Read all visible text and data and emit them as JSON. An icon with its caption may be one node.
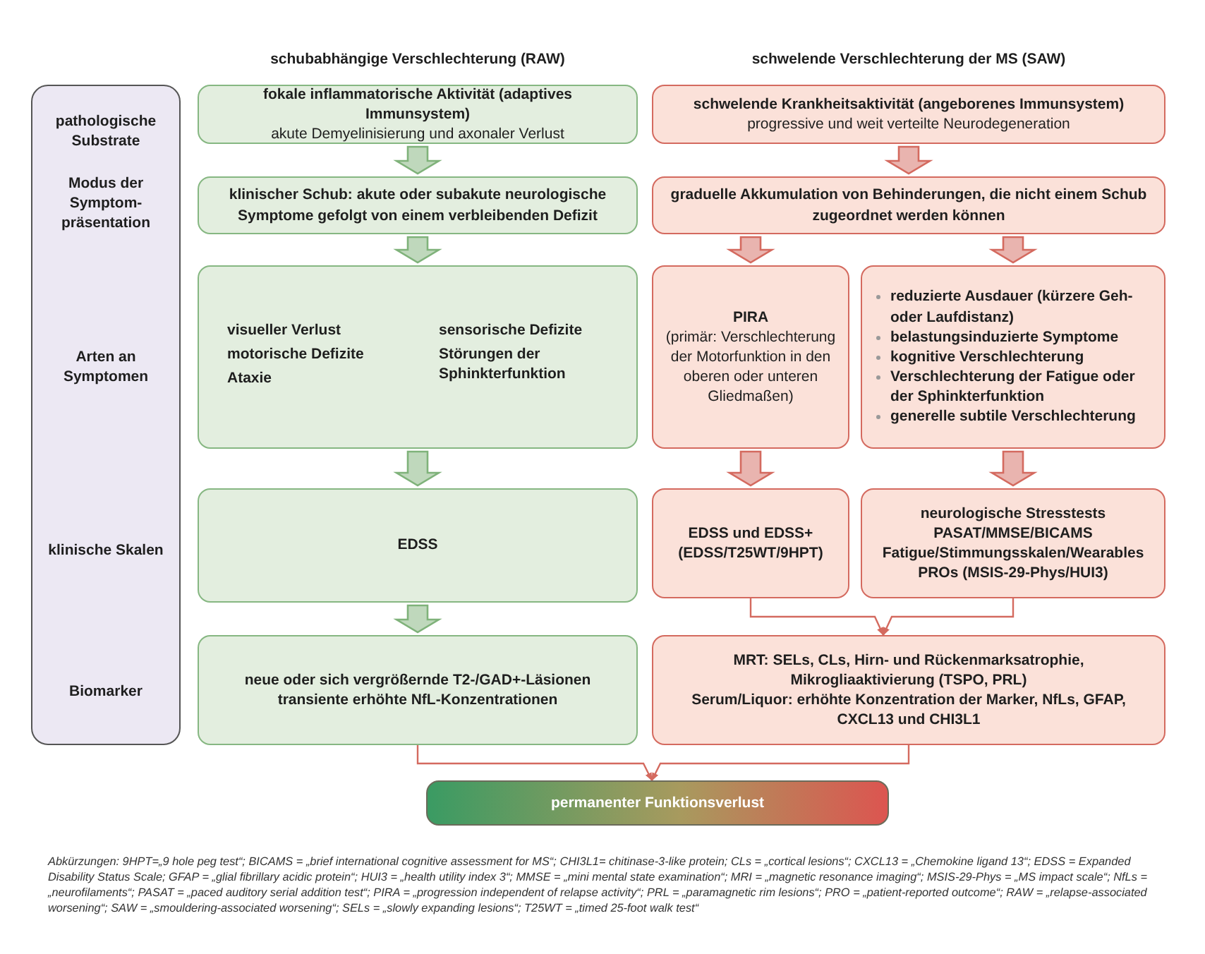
{
  "diagram": {
    "nodes": [
      {
        "text": [
          "pathologische Substrate",
          "Modus der Symptom-präsentation",
          "Arten an Symptomen",
          "klinische Skalen",
          "Biomarker"
        ]
      },
      {
        "text": [
          "fokale inflammatorische Aktivität (adaptives Immunsystem)",
          "akute Demyelinisierung und axonaler Verlust"
        ]
      },
      {
        "text": [
          "klinischer Schub: akute oder subakute neurologische Symptome gefolgt von einem verbleibenden Defizit"
        ]
      },
      {
        "text": [
          "visueller Verlust",
          "motorische Defizite",
          "Ataxie",
          "sensorische Defizite",
          "Störungen der Sphinkterfunktion"
        ]
      },
      {
        "text": [
          "EDSS"
        ]
      },
      {
        "text": [
          "neue oder sich vergrößernde T2-/GAD+-Läsionen",
          "transiente erhöhte NfL-Konzentrationen"
        ]
      },
      {
        "text": [
          "schwelende Krankheitsaktivität (angeborenes Immunsystem)",
          "progressive und weit verteilte Neurodegeneration"
        ]
      },
      {
        "text": [
          "graduelle Akkumulation von Behinderungen, die nicht einem Schub zugeordnet werden können"
        ]
      },
      {
        "text": [
          "PIRA",
          "(primär: Verschlechterung der Motorfunktion in den oberen oder unteren Gliedmaßen)"
        ]
      },
      {
        "text": [
          "reduzierte Ausdauer (kürzere Geh- oder Laufdistanz)",
          "belastungsinduzierte Symptome",
          "kognitive Verschlechterung",
          "Verschlechterung der Fatigue oder der Sphinkterfunktion",
          "generelle subtile Verschlechterung"
        ]
      },
      {
        "text": [
          "EDSS und EDSS+",
          "(EDSS/T25WT/9HPT)"
        ]
      },
      {
        "text": [
          "neurologische Stresstests",
          "PASAT/MMSE/BICAMS",
          "Fatigue/Stimmungsskalen/Wearables",
          "PROs (MSIS-29-Phys/HUI3)"
        ]
      },
      {
        "text": [
          "MRT: SELs, CLs, Hirn- und Rückenmarksatrophie, Mikrogliaaktivierung (TSPO, PRL)",
          "Serum/Liquor: erhöhte Konzentration der Marker, NfLs, GFAP, CXCL13 und CHI3L1"
        ]
      },
      {
        "text": [
          "permanenter Funktionsverlust"
        ]
      }
    ],
    "edges": [
      {
        "from": 1,
        "to": 2,
        "arrow": "to",
        "style": "thick",
        "color": "#7fb27a"
      },
      {
        "from": 2,
        "to": 3,
        "arrow": "to",
        "style": "thick",
        "color": "#7fb27a"
      },
      {
        "from": 3,
        "to": 4,
        "arrow": "to",
        "style": "thick",
        "color": "#7fb27a"
      },
      {
        "from": 4,
        "to": 5,
        "arrow": "to",
        "style": "thick",
        "color": "#7fb27a"
      },
      {
        "from": 6,
        "to": 7,
        "arrow": "to",
        "style": "thick"
      },
      {
        "from": 7,
        "to": 8,
        "arrow": "to",
        "style": "thick"
      },
      {
        "from": 7,
        "to": 9,
        "arrow": "to",
        "style": "thick"
      },
      {
        "from": 8,
        "to": 10,
        "arrow": "to",
        "style": "thick"
      },
      {
        "from": 9,
        "to": 11,
        "arrow": "to",
        "style": "thick"
      },
      {
        "from": 10,
        "to": 12,
        "arrow": "to"
      },
      {
        "from": 11,
        "to": 12,
        "arrow": "to"
      },
      {
        "from": 5,
        "to": 13,
        "arrow": "to"
      },
      {
        "from": 12,
        "to": 13,
        "arrow": "to"
      }
    ],
    "labels": [
      "schubabhängige Verschlechterung (RAW)",
      "schwelende Verschlechterung der MS (SAW)",
      "Abkürzungen: 9HPT=„9 hole peg test“; BICAMS = „brief international cognitive assessment for MS“; CHI3L1= chitinase-3-like protein; CLs = „cortical lesions“; CXCL13 = „Chemokine ligand 13“; EDSS = Expanded Disability Status Scale; GFAP = „glial fibrillary acidic protein“; HUI3 = „health utility index 3“; MMSE = „mini mental state examination“; MRI = „magnetic resonance imaging“; MSIS-29-Phys = „MS impact scale“; NfLs = „neurofilaments“; PASAT = „paced auditory serial addition test“; PIRA = „progression independent of relapse activity“; PRL = „paramagnetic rim lesions“; PRO = „patient-reported outcome“; RAW = „relapse-associated worsening“; SAW = „smouldering-associated worsening“; SELs = „slowly expanding lesions“; T25WT = „timed 25-foot walk test“"
    ]
  }
}
